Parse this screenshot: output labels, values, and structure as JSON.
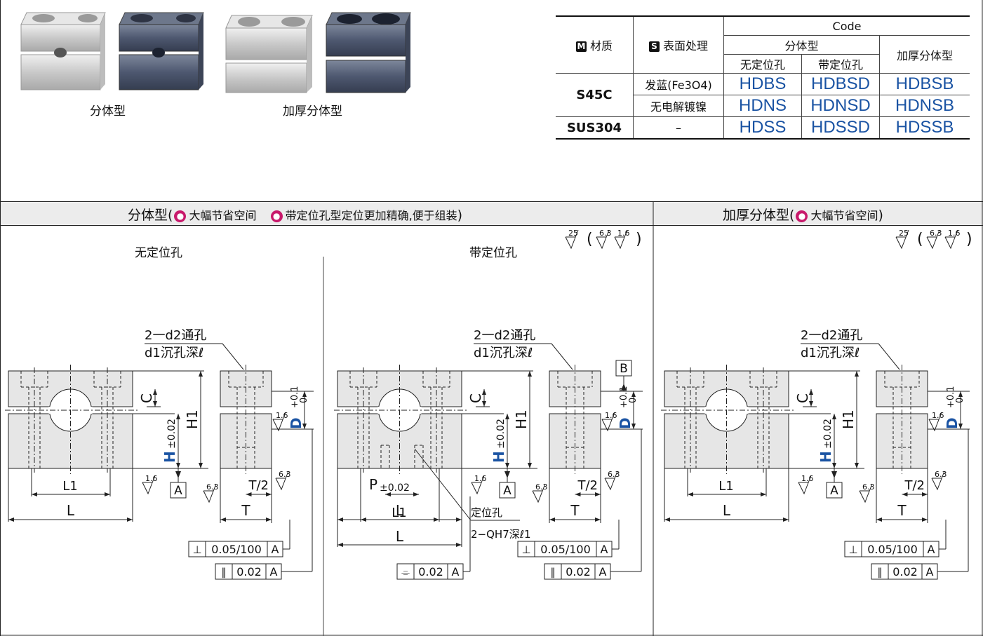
{
  "photos": {
    "label_split": "分体型",
    "label_thick": "加厚分体型"
  },
  "table": {
    "material_header": "材质",
    "material_badge": "M",
    "surface_header": "表面处理",
    "surface_badge": "S",
    "code_header": "Code",
    "split_header": "分体型",
    "no_pin_header": "无定位孔",
    "with_pin_header": "带定位孔",
    "thick_header": "加厚分体型",
    "rows": [
      {
        "material": "S45C",
        "surface": "发蓝(Fe3O4)",
        "codes": [
          "HDBS",
          "HDBSD",
          "HDBSB"
        ]
      },
      {
        "material": "",
        "surface": "无电解镀镍",
        "codes": [
          "HDNS",
          "HDNSD",
          "HDNSB"
        ]
      },
      {
        "material": "SUS304",
        "surface": "–",
        "codes": [
          "HDSS",
          "HDSSD",
          "HDSSB"
        ]
      }
    ]
  },
  "sections": {
    "split_title": "分体型",
    "split_note1": "大幅节省空间",
    "split_note2": "带定位孔型定位更加精确,便于组装",
    "thick_title": "加厚分体型",
    "thick_note": "大幅节省空间",
    "no_pin": "无定位孔",
    "with_pin": "带定位孔"
  },
  "drawing": {
    "hole_note1": "2一d2通孔",
    "hole_note2": "d1沉孔深ℓ",
    "pin_note1": "定位孔",
    "pin_note2": "2−QH7深ℓ1",
    "roughness_main": "25",
    "roughness_a": "6.3",
    "roughness_b": "1.6",
    "rough_side": "1.6",
    "rough_63": "6.3",
    "dim_L": "L",
    "dim_L1": "L1",
    "dim_T": "T",
    "dim_T2": "T/2",
    "dim_H": "H",
    "dim_H_tol": "±0.02",
    "dim_H1": "H1",
    "dim_C": "C",
    "dim_D": "D",
    "dim_D_tol_upper": "+0.1",
    "dim_D_tol_lower": "0",
    "dim_P": "P",
    "dim_P_tol": "±0.02",
    "datum_A": "A",
    "datum_B": "B",
    "perp_tol": "0.05/100",
    "para_tol": "0.02",
    "sym_tol": "0.02"
  }
}
